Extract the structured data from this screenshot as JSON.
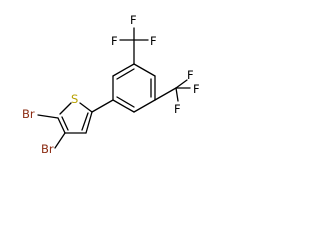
{
  "molecule": {
    "atoms": {
      "S": "S",
      "Br1": "Br",
      "Br2": "Br",
      "F1": "F",
      "F2": "F",
      "F3": "F",
      "F4": "F",
      "F5": "F",
      "F6": "F"
    },
    "colors": {
      "sulfur": "#b8a100",
      "bromine": "#8b2b12",
      "fluorine": "#000000",
      "bond": "#000000"
    }
  }
}
